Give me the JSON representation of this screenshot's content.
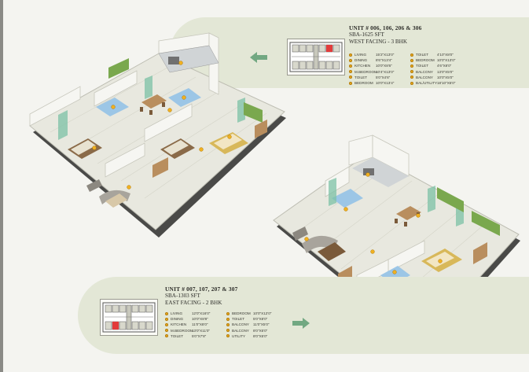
{
  "unit_top": {
    "title": "UNIT # 006, 106, 206 & 306",
    "area": "SBA-1625 SFT",
    "facing": "WEST FACING - 3 BHK",
    "rooms": [
      {
        "name": "LIVING",
        "size": "15'2\"X13'0\""
      },
      {
        "name": "DINING",
        "size": "8'6\"X13'4\""
      },
      {
        "name": "KITCHEN",
        "size": "10'0\"X8'6\""
      },
      {
        "name": "M.BEDROOM",
        "size": "10'4\"X13'0\""
      },
      {
        "name": "TOILET",
        "size": "5'0\"X4'6\""
      },
      {
        "name": "BEDROOM",
        "size": "10'0\"X13'4\""
      },
      {
        "name": "TOILET",
        "size": "4'10\"X8'0\""
      },
      {
        "name": "BEDROOM",
        "size": "10'0\"X13'0\""
      },
      {
        "name": "TOILET",
        "size": "4'6\"X8'0\""
      },
      {
        "name": "BALCONY",
        "size": "13'0\"X5'0\""
      },
      {
        "name": "BALCONY",
        "size": "10'0\"X5'0\""
      },
      {
        "name": "BAL/UTILITY",
        "size": "18'10\"X5'0\""
      }
    ]
  },
  "unit_bottom": {
    "title": "UNIT # 007, 107, 207 & 307",
    "area": "SBA-1303 SFT",
    "facing": "EAST FACING - 2 BHK",
    "rooms": [
      {
        "name": "LIVING",
        "size": "12'0\"X16'0\""
      },
      {
        "name": "DINING",
        "size": "10'0\"X8'8\""
      },
      {
        "name": "KITCHEN",
        "size": "11'0\"X8'0\""
      },
      {
        "name": "M.BEDROOM",
        "size": "13'0\"X11'0\""
      },
      {
        "name": "TOILET",
        "size": "5'0\"X7'8\""
      },
      {
        "name": "BEDROOM",
        "size": "10'0\"X12'0\""
      },
      {
        "name": "TOILET",
        "size": "5'0\"X8'0\""
      },
      {
        "name": "BALCONY",
        "size": "11'0\"X5'0\""
      },
      {
        "name": "BALCONY",
        "size": "8'0\"X5'0\""
      },
      {
        "name": "UTILITY",
        "size": "8'0\"X5'0\""
      }
    ]
  },
  "colors": {
    "panel": "#e3e7d6",
    "arrow": "#72a882",
    "legend_dot": "#f0b020",
    "wood": "#b98e5e",
    "tile": "#dcdccf",
    "wall": "#f3f3ef"
  }
}
